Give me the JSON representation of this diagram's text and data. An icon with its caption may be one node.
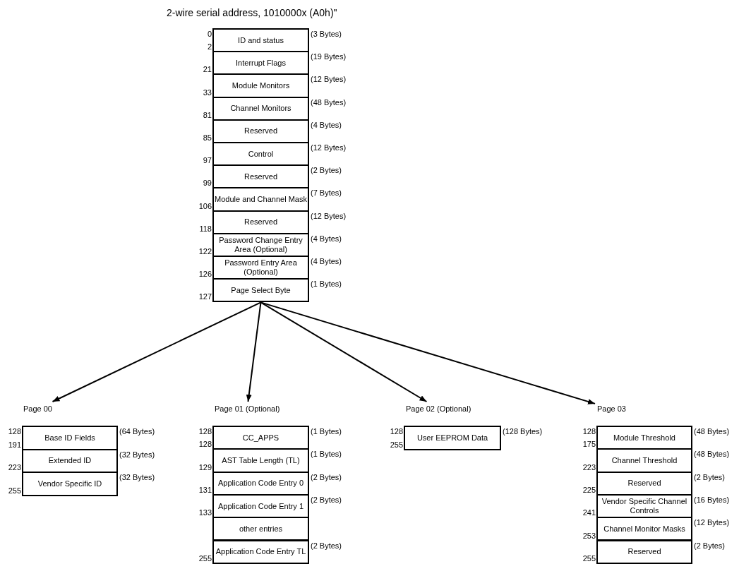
{
  "diagram": {
    "title": "2-wire serial address, 1010000x (A0h)\"",
    "nodes": [
      {
        "text": [
          "ID and status"
        ],
        "beside": [
          "0",
          "2",
          "(3 Bytes)"
        ]
      },
      {
        "text": [
          "Interrupt Flags"
        ],
        "beside": [
          "21",
          "(19 Bytes)"
        ]
      },
      {
        "text": [
          "Module Monitors"
        ],
        "beside": [
          "33",
          "(12 Bytes)"
        ]
      },
      {
        "text": [
          "Channel Monitors"
        ],
        "beside": [
          "81",
          "(48 Bytes)"
        ]
      },
      {
        "text": [
          "Reserved"
        ],
        "beside": [
          "85",
          "(4 Bytes)"
        ]
      },
      {
        "text": [
          "Control"
        ],
        "beside": [
          "97",
          "(12 Bytes)"
        ]
      },
      {
        "text": [
          "Reserved"
        ],
        "beside": [
          "99",
          "(2 Bytes)"
        ]
      },
      {
        "text": [
          "Module and Channel Mask"
        ],
        "beside": [
          "106",
          "(7 Bytes)"
        ]
      },
      {
        "text": [
          "Reserved"
        ],
        "beside": [
          "118",
          "(12 Bytes)"
        ]
      },
      {
        "text": [
          "Password Change Entry Area (Optional)"
        ],
        "beside": [
          "122",
          "(4 Bytes)"
        ]
      },
      {
        "text": [
          "Password Entry Area (Optional)"
        ],
        "beside": [
          "126",
          "(4 Bytes)"
        ]
      },
      {
        "text": [
          "Page Select Byte"
        ],
        "beside": [
          "127",
          "(1 Bytes)"
        ]
      },
      {
        "text": [
          "Page 00"
        ]
      },
      {
        "text": [
          "Page 01 (Optional)"
        ]
      },
      {
        "text": [
          "Page 02 (Optional)"
        ]
      },
      {
        "text": [
          "Page 03"
        ]
      },
      {
        "text": [
          "Base ID Fields"
        ],
        "beside": [
          "128",
          "191",
          "(64 Bytes)"
        ]
      },
      {
        "text": [
          "Extended ID"
        ],
        "beside": [
          "223",
          "(32 Bytes)"
        ]
      },
      {
        "text": [
          "Vendor Specific ID"
        ],
        "beside": [
          "255",
          "(32 Bytes)"
        ]
      },
      {
        "text": [
          "CC_APPS"
        ],
        "beside": [
          "128",
          "128",
          "(1 Bytes)"
        ]
      },
      {
        "text": [
          "AST Table Length (TL)"
        ],
        "beside": [
          "129",
          "(1 Bytes)"
        ]
      },
      {
        "text": [
          "Application Code Entry 0"
        ],
        "beside": [
          "131",
          "(2 Bytes)"
        ]
      },
      {
        "text": [
          "Application Code Entry 1"
        ],
        "beside": [
          "133",
          "(2 Bytes)"
        ]
      },
      {
        "text": [
          "other entries"
        ]
      },
      {
        "text": [
          "Application Code Entry TL"
        ],
        "beside": [
          "255",
          "(2 Bytes)"
        ]
      },
      {
        "text": [
          "User EEPROM Data"
        ],
        "beside": [
          "128",
          "255",
          "(128 Bytes)"
        ]
      },
      {
        "text": [
          "Module Threshold"
        ],
        "beside": [
          "128",
          "175",
          "(48 Bytes)"
        ]
      },
      {
        "text": [
          "Channel Threshold"
        ],
        "beside": [
          "223",
          "(48 Bytes)"
        ]
      },
      {
        "text": [
          "Reserved"
        ],
        "beside": [
          "225",
          "(2 Bytes)"
        ]
      },
      {
        "text": [
          "Vendor Specific Channel Controls"
        ],
        "beside": [
          "241",
          "(16 Bytes)"
        ]
      },
      {
        "text": [
          "Channel Monitor Masks"
        ],
        "beside": [
          "253",
          "(12 Bytes)"
        ]
      },
      {
        "text": [
          "Reserved"
        ],
        "beside": [
          "255",
          "(2 Bytes)"
        ]
      }
    ],
    "edges": [
      {
        "from": 11,
        "to": 12,
        "arrow": "to"
      },
      {
        "from": 11,
        "to": 13,
        "arrow": "to"
      },
      {
        "from": 11,
        "to": 14,
        "arrow": "to"
      },
      {
        "from": 11,
        "to": 15,
        "arrow": "to"
      }
    ]
  }
}
